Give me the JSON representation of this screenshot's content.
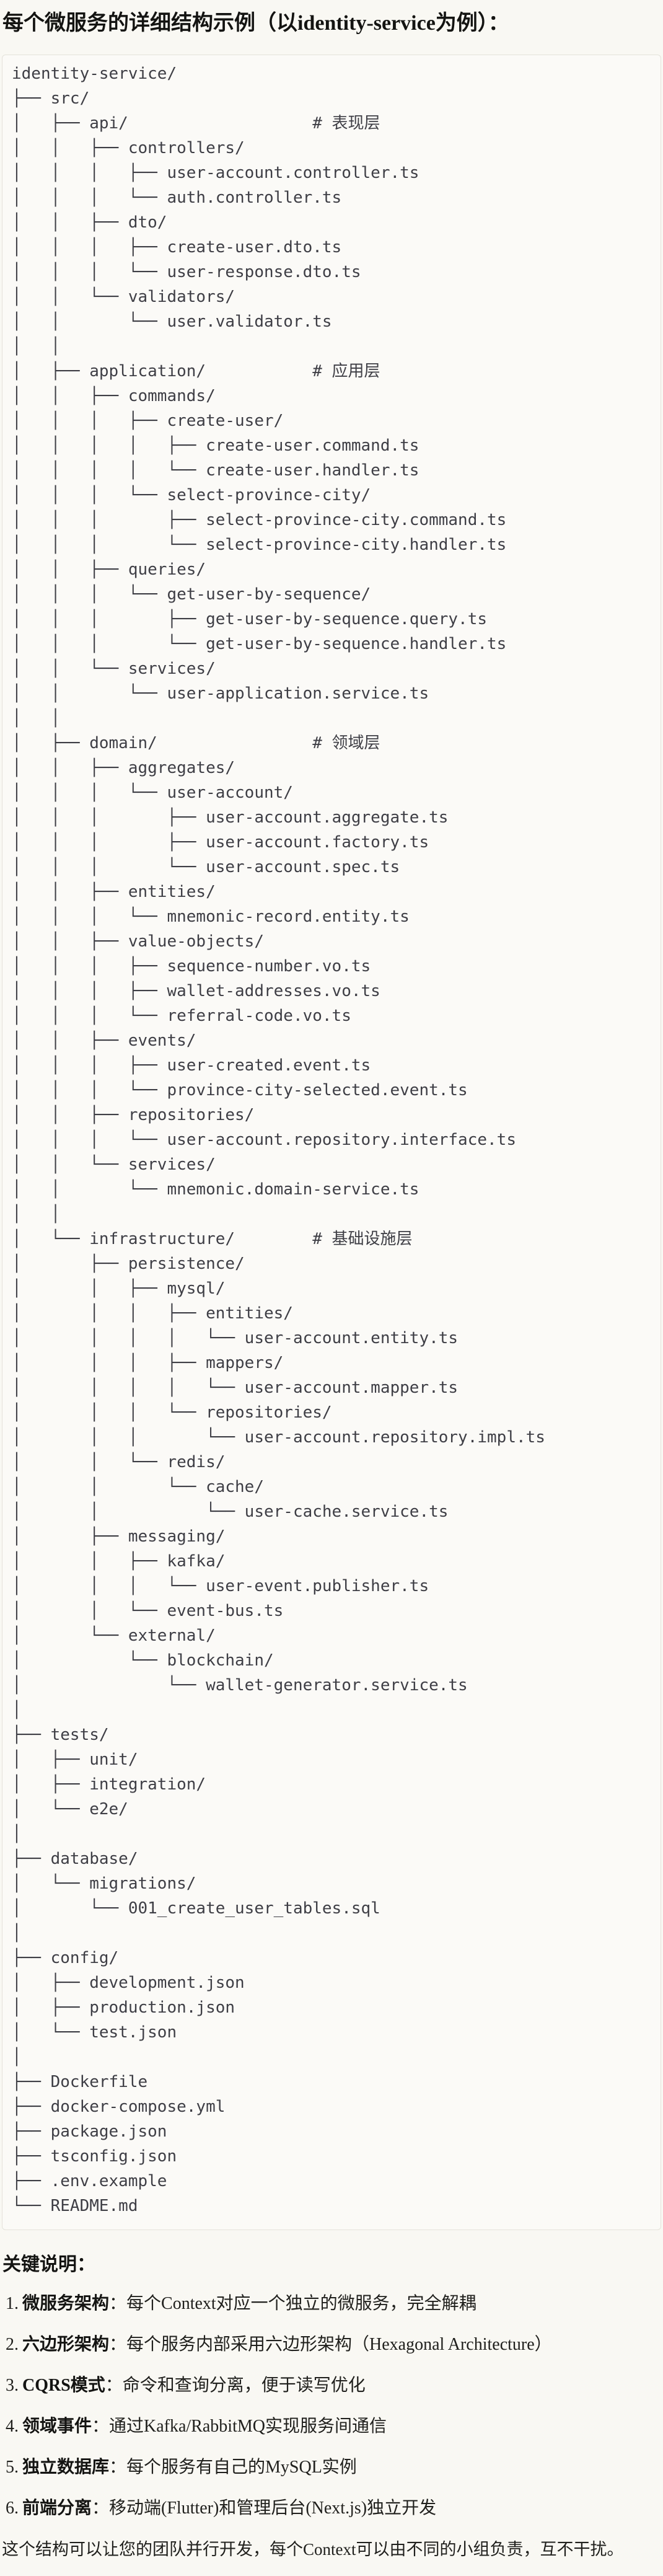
{
  "title": "每个微服务的详细结构示例（以identity-service为例）：",
  "colors": {
    "page_bg": "#f9f8f3",
    "code_block_bg": "#fbfaf7",
    "code_block_border": "#e4e2da",
    "code_text": "#3e3e45",
    "body_text": "#20201d"
  },
  "tree": {
    "root": "identity-service/",
    "layer_comments": [
      "# 表现层",
      "# 应用层",
      "# 领域层",
      "# 基础设施层"
    ],
    "lines": [
      "identity-service/",
      "├── src/",
      "│   ├── api/                   # 表现层",
      "│   │   ├── controllers/",
      "│   │   │   ├── user-account.controller.ts",
      "│   │   │   └── auth.controller.ts",
      "│   │   ├── dto/",
      "│   │   │   ├── create-user.dto.ts",
      "│   │   │   └── user-response.dto.ts",
      "│   │   └── validators/",
      "│   │       └── user.validator.ts",
      "│   │",
      "│   ├── application/           # 应用层",
      "│   │   ├── commands/",
      "│   │   │   ├── create-user/",
      "│   │   │   │   ├── create-user.command.ts",
      "│   │   │   │   └── create-user.handler.ts",
      "│   │   │   └── select-province-city/",
      "│   │   │       ├── select-province-city.command.ts",
      "│   │   │       └── select-province-city.handler.ts",
      "│   │   ├── queries/",
      "│   │   │   └── get-user-by-sequence/",
      "│   │   │       ├── get-user-by-sequence.query.ts",
      "│   │   │       └── get-user-by-sequence.handler.ts",
      "│   │   └── services/",
      "│   │       └── user-application.service.ts",
      "│   │",
      "│   ├── domain/                # 领域层",
      "│   │   ├── aggregates/",
      "│   │   │   └── user-account/",
      "│   │   │       ├── user-account.aggregate.ts",
      "│   │   │       ├── user-account.factory.ts",
      "│   │   │       └── user-account.spec.ts",
      "│   │   ├── entities/",
      "│   │   │   └── mnemonic-record.entity.ts",
      "│   │   ├── value-objects/",
      "│   │   │   ├── sequence-number.vo.ts",
      "│   │   │   ├── wallet-addresses.vo.ts",
      "│   │   │   └── referral-code.vo.ts",
      "│   │   ├── events/",
      "│   │   │   ├── user-created.event.ts",
      "│   │   │   └── province-city-selected.event.ts",
      "│   │   ├── repositories/",
      "│   │   │   └── user-account.repository.interface.ts",
      "│   │   └── services/",
      "│   │       └── mnemonic.domain-service.ts",
      "│   │",
      "│   └── infrastructure/        # 基础设施层",
      "│       ├── persistence/",
      "│       │   ├── mysql/",
      "│       │   │   ├── entities/",
      "│       │   │   │   └── user-account.entity.ts",
      "│       │   │   ├── mappers/",
      "│       │   │   │   └── user-account.mapper.ts",
      "│       │   │   └── repositories/",
      "│       │   │       └── user-account.repository.impl.ts",
      "│       │   └── redis/",
      "│       │       └── cache/",
      "│       │           └── user-cache.service.ts",
      "│       ├── messaging/",
      "│       │   ├── kafka/",
      "│       │   │   └── user-event.publisher.ts",
      "│       │   └── event-bus.ts",
      "│       └── external/",
      "│           └── blockchain/",
      "│               └── wallet-generator.service.ts",
      "│",
      "├── tests/",
      "│   ├── unit/",
      "│   ├── integration/",
      "│   └── e2e/",
      "│",
      "├── database/",
      "│   └── migrations/",
      "│       └── 001_create_user_tables.sql",
      "│",
      "├── config/",
      "│   ├── development.json",
      "│   ├── production.json",
      "│   └── test.json",
      "│",
      "├── Dockerfile",
      "├── docker-compose.yml",
      "├── package.json",
      "├── tsconfig.json",
      "├── .env.example",
      "└── README.md"
    ]
  },
  "notes": {
    "heading": "关键说明：",
    "items": [
      {
        "num": "1.",
        "label": "微服务架构",
        "text": "：每个Context对应一个独立的微服务，完全解耦"
      },
      {
        "num": "2.",
        "label": "六边形架构",
        "text": "：每个服务内部采用六边形架构（Hexagonal Architecture）"
      },
      {
        "num": "3.",
        "label": "CQRS模式",
        "text": "：命令和查询分离，便于读写优化"
      },
      {
        "num": "4.",
        "label": "领域事件",
        "text": "：通过Kafka/RabbitMQ实现服务间通信"
      },
      {
        "num": "5.",
        "label": "独立数据库",
        "text": "：每个服务有自己的MySQL实例"
      },
      {
        "num": "6.",
        "label": "前端分离",
        "text": "：移动端(Flutter)和管理后台(Next.js)独立开发"
      }
    ],
    "footer": "这个结构可以让您的团队并行开发，每个Context可以由不同的小组负责，互不干扰。"
  }
}
